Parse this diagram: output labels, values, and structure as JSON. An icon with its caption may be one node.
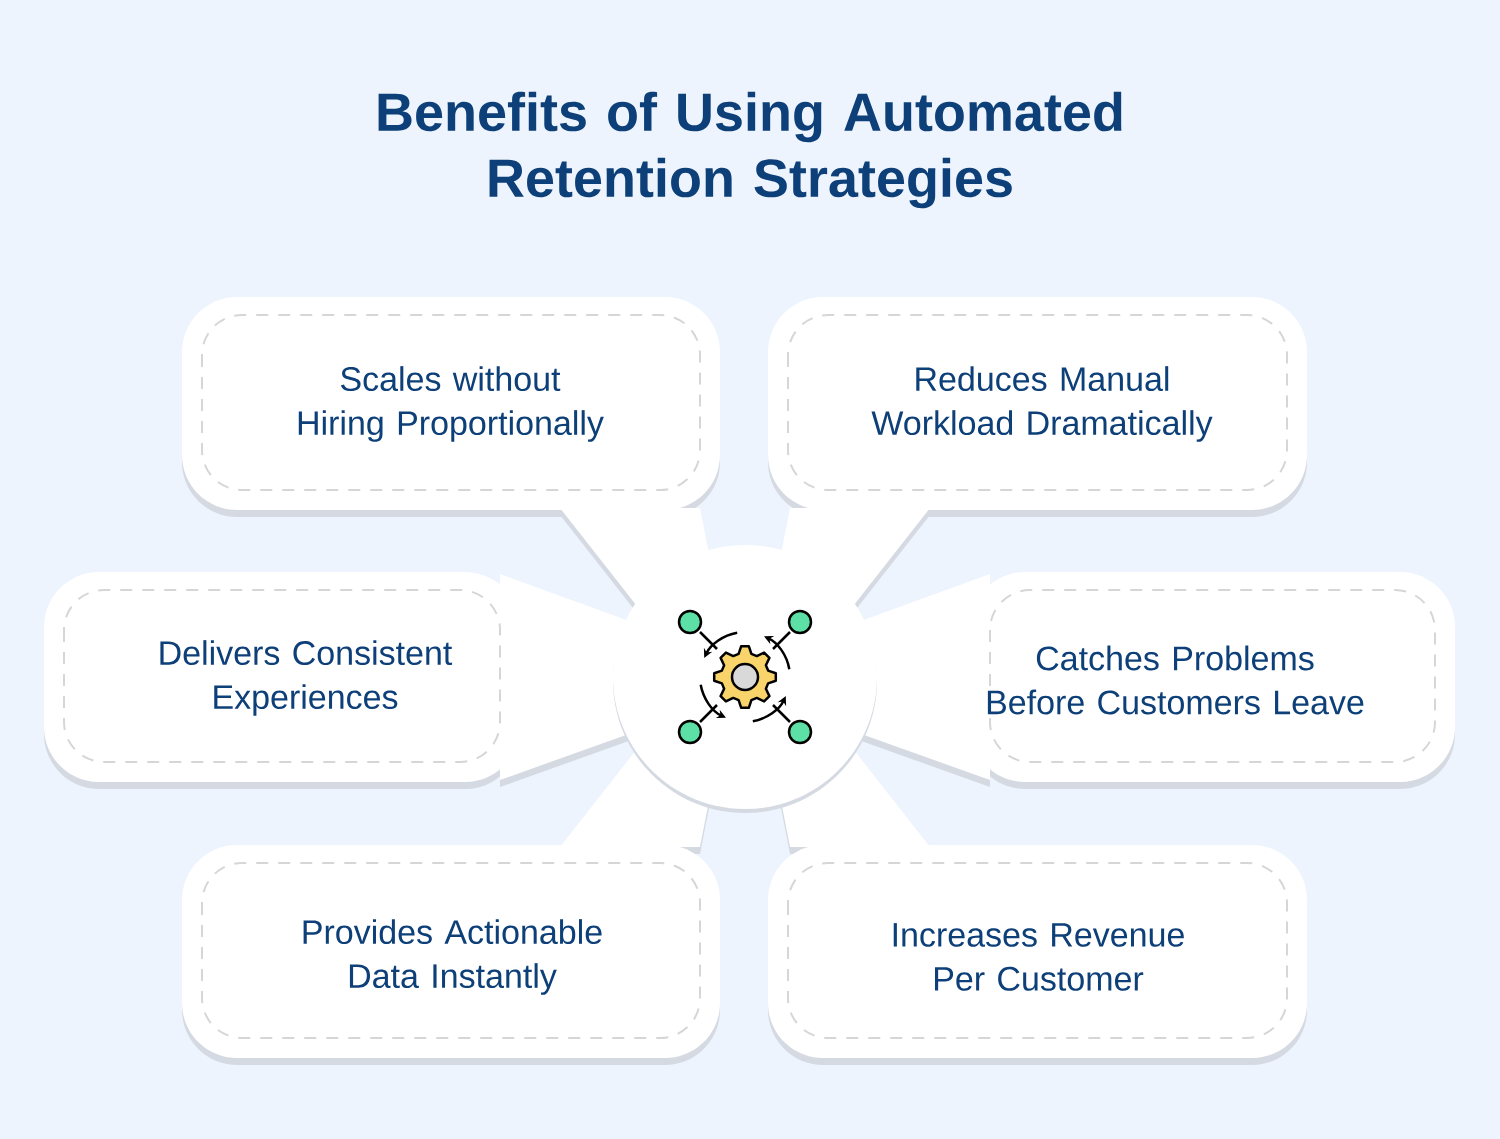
{
  "diagram": {
    "title": "Benefits of Using Automated Retention Strategies",
    "nodes": [
      {
        "text": [
          "Scales without Hiring Proportionally"
        ]
      },
      {
        "text": [
          "Reduces Manual Workload Dramatically"
        ]
      },
      {
        "text": [
          "Delivers Consistent Experiences"
        ]
      },
      {
        "text": [
          "Catches Problems Before Customers Leave"
        ]
      },
      {
        "text": [
          "Provides Actionable Data Instantly"
        ]
      },
      {
        "text": [
          "Increases Revenue Per Customer"
        ]
      },
      {
        "text": [],
        "shape": "circle"
      }
    ]
  }
}
